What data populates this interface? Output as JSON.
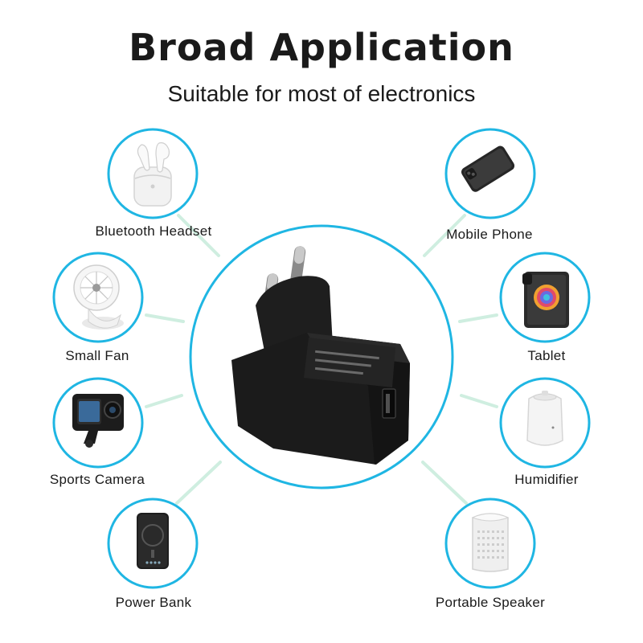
{
  "header": {
    "title": "Broad Application",
    "subtitle": "Suitable for most of electronics"
  },
  "colors": {
    "ring": "#1fb6e3",
    "connector": "#cfeee0",
    "charger": "#1b1b1b"
  },
  "charger": {
    "icon": "wall-charger-eu-plug-usb"
  },
  "devices": [
    {
      "id": "bluetooth-headset",
      "label": "Bluetooth Headset",
      "icon": "earbuds-icon"
    },
    {
      "id": "small-fan",
      "label": "Small Fan",
      "icon": "fan-icon"
    },
    {
      "id": "sports-camera",
      "label": "Sports Camera",
      "icon": "action-camera-icon"
    },
    {
      "id": "power-bank",
      "label": "Power Bank",
      "icon": "power-bank-icon"
    },
    {
      "id": "mobile-phone",
      "label": "Mobile Phone",
      "icon": "smartphone-icon"
    },
    {
      "id": "tablet",
      "label": "Tablet",
      "icon": "tablet-icon"
    },
    {
      "id": "humidifier",
      "label": "Humidifier",
      "icon": "humidifier-icon"
    },
    {
      "id": "portable-speaker",
      "label": "Portable Speaker",
      "icon": "speaker-icon"
    }
  ]
}
